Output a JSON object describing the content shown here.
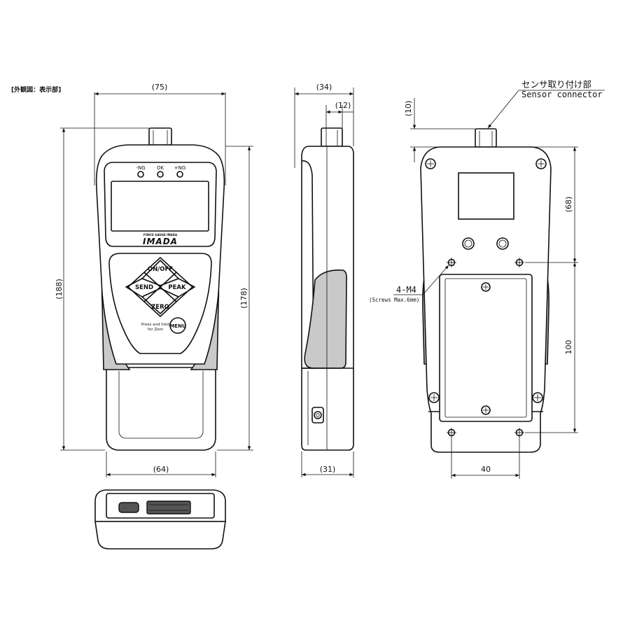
{
  "header_label": "[外観図：表示部]",
  "front": {
    "dim_width": "(75)",
    "dim_height": "(188)",
    "dim_bottom_width": "(64)",
    "led_labels": [
      "-NG",
      "OK",
      "+NG"
    ],
    "brand_small": "FORCE GAUGE IMADA",
    "brand": "IMADA",
    "buttons": {
      "on_off": "ON/OFF",
      "send": "SEND",
      "peak": "PEAK",
      "zero": "ZERO",
      "menu": "MENU"
    },
    "menu_note": [
      "Press and hold",
      "for Zero"
    ]
  },
  "side": {
    "dim_depth": "(34)",
    "dim_connector": "(12)",
    "dim_height": "(178)",
    "dim_bottom": "(31)"
  },
  "back": {
    "sensor_label_jp": "センサ取り付け部",
    "sensor_label_en": "Sensor connector",
    "dim_top": "(10)",
    "dim_upper": "(68)",
    "dim_hole_vertical": "100",
    "dim_hole_horizontal": "40",
    "screw_label": "4-M4",
    "screw_note": "(Screws Max.6mm)"
  }
}
